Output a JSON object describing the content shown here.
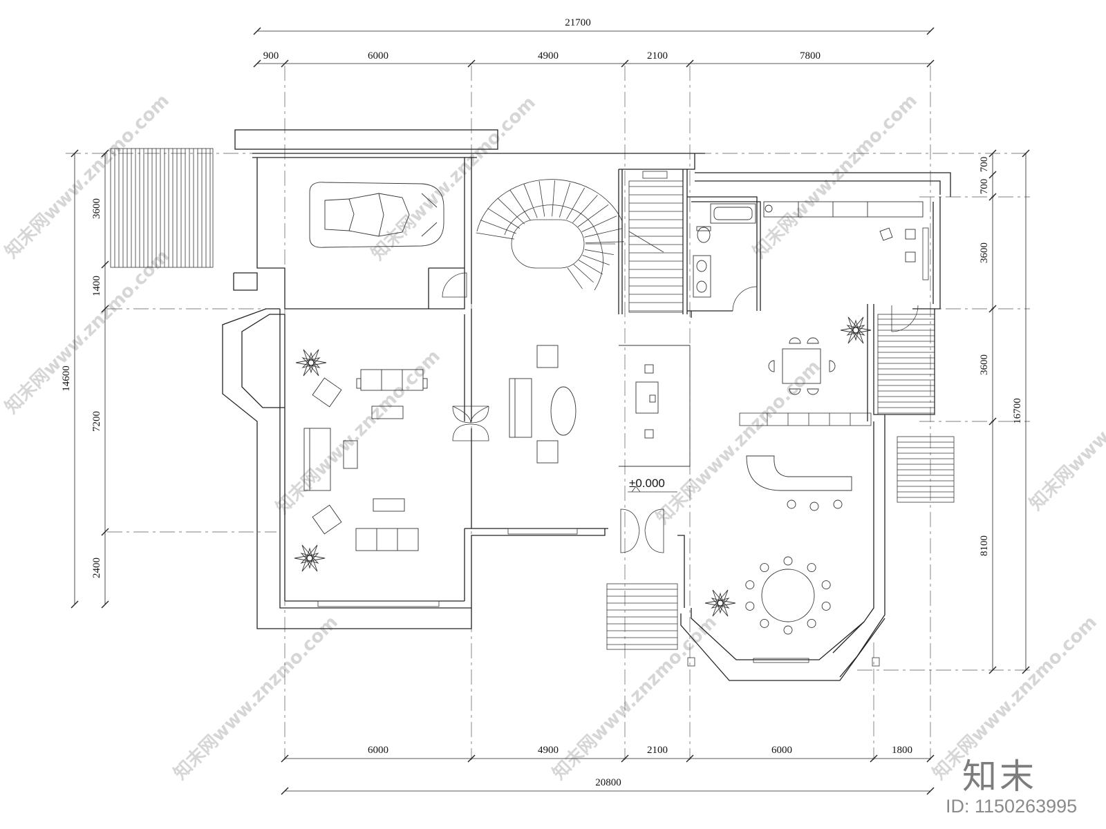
{
  "dimensions": {
    "top": {
      "total": "21700",
      "segments": [
        "900",
        "6000",
        "4900",
        "2100",
        "7800"
      ]
    },
    "bottom": {
      "total": "20800",
      "segments": [
        "6000",
        "4900",
        "2100",
        "6000",
        "1800"
      ]
    },
    "left": {
      "total": "14600",
      "segments": [
        "3600",
        "1400",
        "7200",
        "2400"
      ]
    },
    "right": {
      "total": "16700",
      "segments": [
        "700",
        "700",
        "3600",
        "3600",
        "8100"
      ]
    }
  },
  "elevation_mark": "±0.000",
  "watermark": {
    "text": "知末网www.znzmo.com",
    "brand": "知末",
    "id_label": "ID: 1150263995",
    "color": "#d6d6d6"
  }
}
